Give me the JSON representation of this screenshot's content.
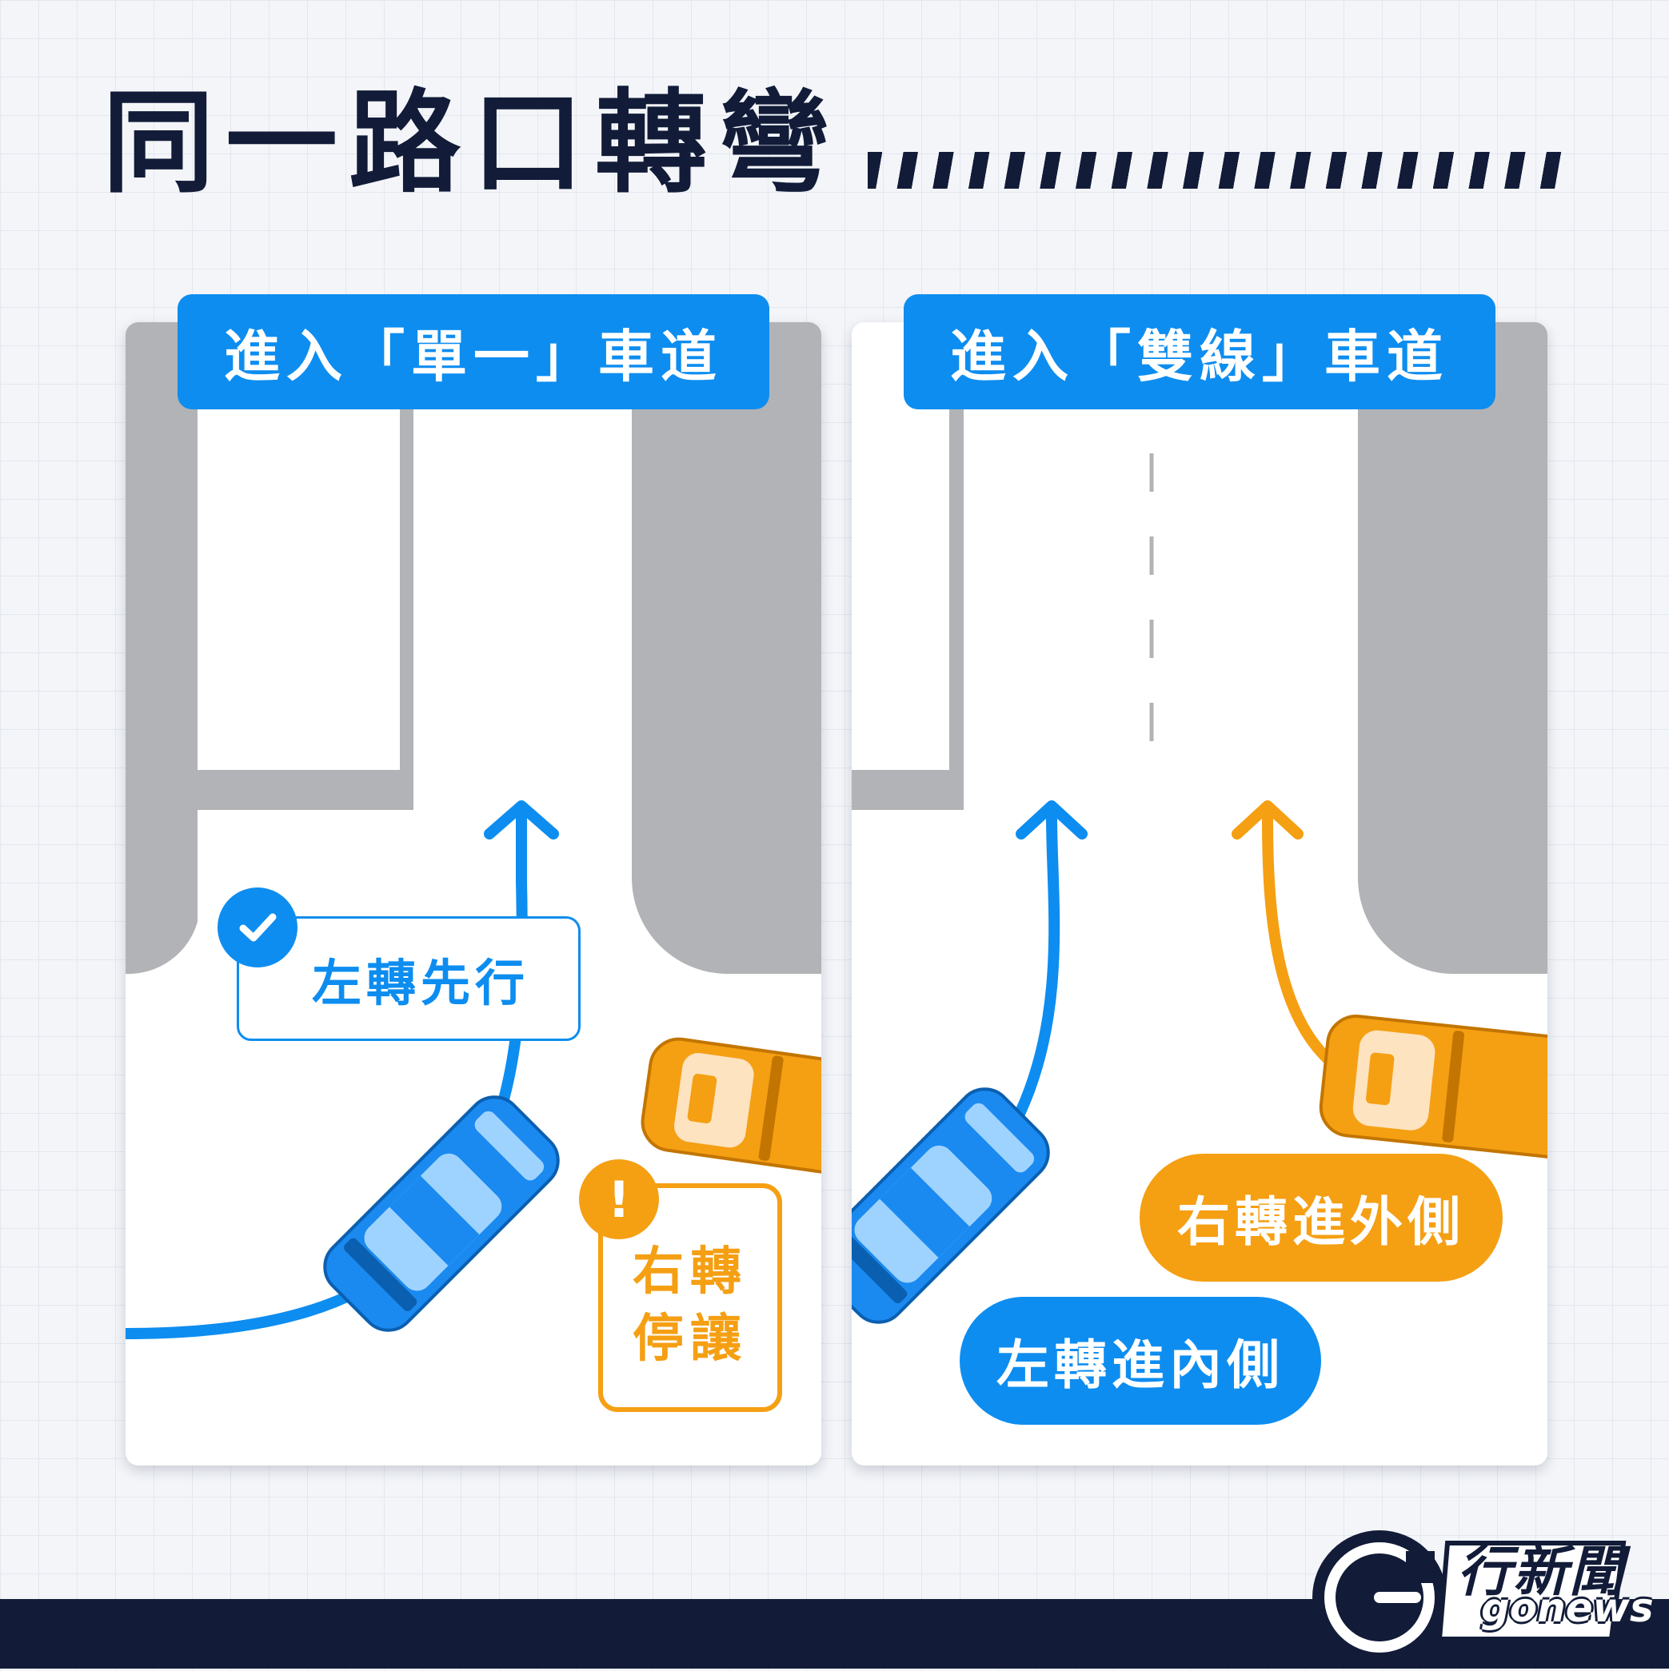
{
  "title": "同一路口轉彎",
  "left_panel": {
    "tag": "進入「單一」車道",
    "callout_ok": "左轉先行",
    "callout_warn_line1": "右轉",
    "callout_warn_line2": "停讓",
    "warn_symbol": "!"
  },
  "right_panel": {
    "tag": "進入「雙線」車道",
    "pill_right": "右轉進外側",
    "pill_left": "左轉進內側"
  },
  "logo": {
    "name_cn": "行新聞",
    "name_en": "gonews"
  },
  "colors": {
    "navy": "#121c38",
    "blue": "#0d8df0",
    "orange": "#f59f13",
    "road_gray": "#b2b3b6",
    "background": "#f3f5f9"
  },
  "icons": {
    "ok_badge": "check-icon",
    "warn_badge": "exclamation-icon",
    "logo_mark": "g-circle-icon"
  }
}
